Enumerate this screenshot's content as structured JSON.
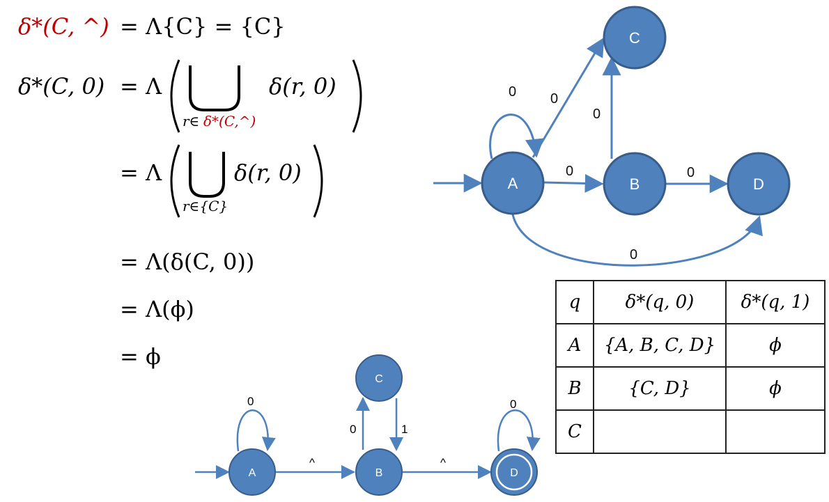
{
  "equations": {
    "line1": {
      "lhs": "δ*(C, ^)",
      "rhs": "= Λ{C} = {C}"
    },
    "line2": {
      "lhs": "δ*(C, 0)",
      "prefix": "= Λ",
      "union_sub_a": "r∈",
      "union_sub_b": "δ*(C,^)",
      "body": "δ(r, 0)"
    },
    "line3": {
      "prefix": "= Λ",
      "union_sub": "r∈{C}",
      "body": "δ(r, 0)"
    },
    "line4": "= Λ(δ(C, 0))",
    "line5": "= Λ(ϕ)",
    "line6": "= ϕ"
  },
  "top_graph": {
    "nodes": [
      "A",
      "B",
      "C",
      "D"
    ],
    "edges": [
      {
        "from": "A",
        "to": "A",
        "label": "0"
      },
      {
        "from": "A",
        "to": "C",
        "label": "0"
      },
      {
        "from": "B",
        "to": "C",
        "label": "0"
      },
      {
        "from": "A",
        "to": "B",
        "label": "0"
      },
      {
        "from": "B",
        "to": "D",
        "label": "0"
      },
      {
        "from": "A",
        "to": "D",
        "label": "0"
      }
    ]
  },
  "bottom_graph": {
    "nodes": [
      "A",
      "B",
      "C",
      "D"
    ],
    "accepting": [
      "D"
    ],
    "edges": [
      {
        "from": "A",
        "to": "A",
        "label": "0"
      },
      {
        "from": "A",
        "to": "B",
        "label": "^"
      },
      {
        "from": "B",
        "to": "C",
        "label": "0"
      },
      {
        "from": "C",
        "to": "B",
        "label": "1"
      },
      {
        "from": "B",
        "to": "D",
        "label": "^"
      },
      {
        "from": "D",
        "to": "D",
        "label": "0"
      }
    ]
  },
  "table": {
    "headers": [
      "q",
      "δ*(q, 0)",
      "δ*(q, 1)"
    ],
    "rows": [
      [
        "A",
        "{A, B, C, D}",
        "ϕ"
      ],
      [
        "B",
        "{C, D}",
        "ϕ"
      ],
      [
        "C",
        "",
        ""
      ]
    ]
  },
  "colors": {
    "node_fill": "#4f81bd",
    "node_stroke": "#385d8a",
    "highlight": "#c00000"
  }
}
